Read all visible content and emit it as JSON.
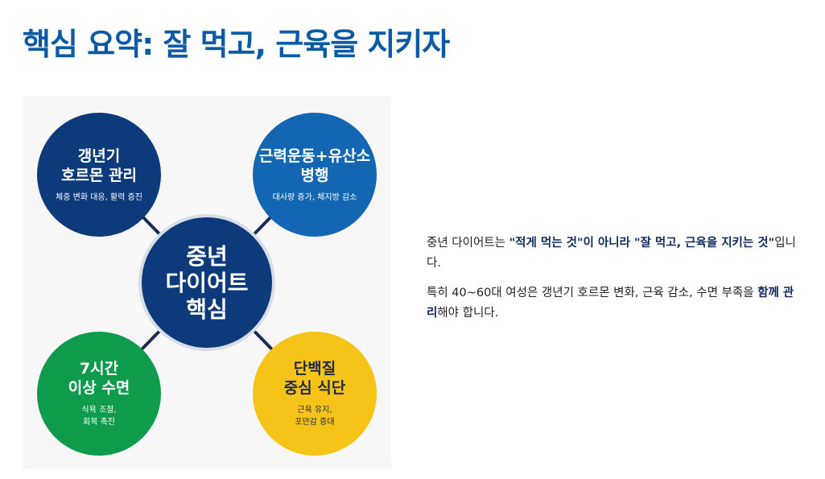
{
  "title": "핵심 요약: 잘 먹고, 근육을 지키자",
  "diagram": {
    "center": {
      "label": "중년\n다이어트\n핵심",
      "color": "#0d3a7a"
    },
    "top_left": {
      "label": "갱년기\n호르몬 관리",
      "sub": "체중 변화 대응, 활력 증진",
      "color": "#0d3a7a"
    },
    "top_right": {
      "label": "근력운동+유산소\n병행",
      "sub": "대사량 증가, 체지방 감소",
      "color": "#1366b1"
    },
    "bottom_left": {
      "label": "7시간\n이상 수면",
      "sub": "식욕 조절,\n회복 촉진",
      "color": "#0e9b4b"
    },
    "bottom_right": {
      "label": "단백질\n중심 식단",
      "sub": "근육 유지,\n포만감 증대",
      "color": "#f6c418"
    }
  },
  "paragraph1": {
    "part1": "중년 다이어트는 ",
    "bold1": "\"적게 먹는 것\"이 아니라 \"잘 먹고, 근육을 지키는 것\"",
    "part2": "입니다."
  },
  "paragraph2": {
    "part1": "특히 40~60대 여성은 갱년기 호르몬 변화, 근육 감소, 수면 부족을 ",
    "bold1": "함께 관리",
    "part2": "해야 합니다."
  }
}
